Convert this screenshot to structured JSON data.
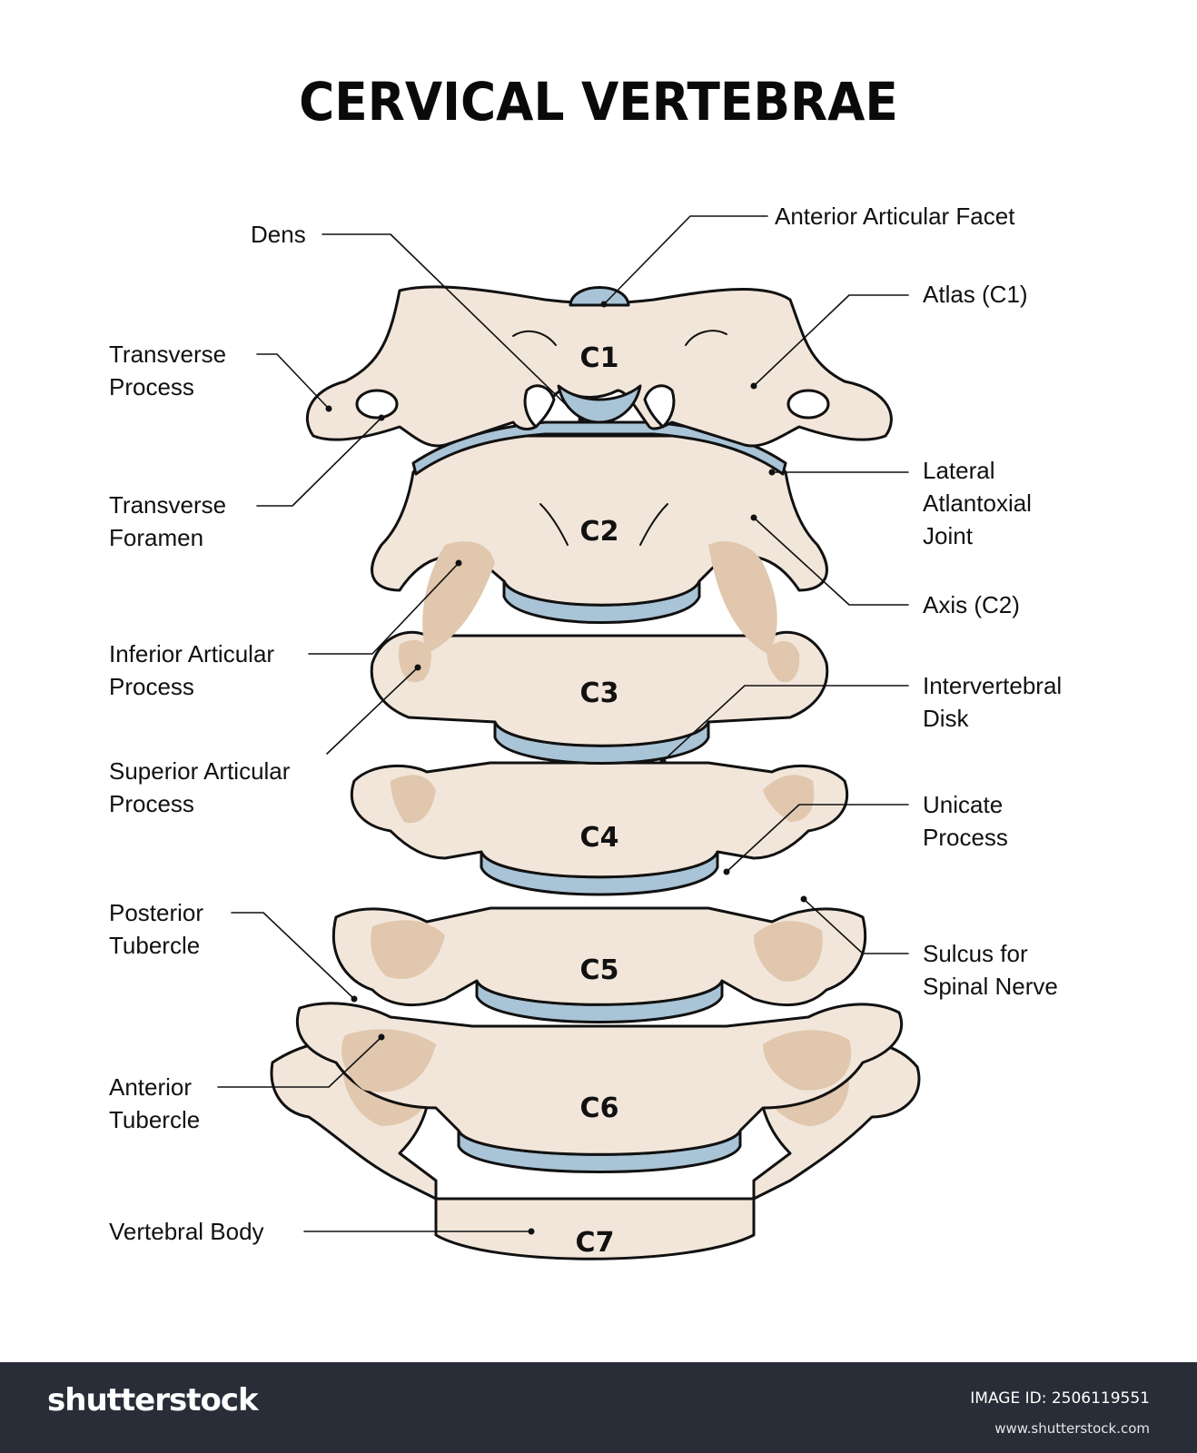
{
  "title": "CERVICAL VERTEBRAE",
  "colors": {
    "bone": "#f2e6da",
    "bone_shadow": "#e0c7ad",
    "disc": "#a9c4d6",
    "disc_light": "#c9dbe7",
    "outline": "#111111",
    "footer_bg": "#282d37"
  },
  "vertebrae": [
    "C1",
    "C2",
    "C3",
    "C4",
    "C5",
    "C6",
    "C7"
  ],
  "labels_left": [
    {
      "id": "dens",
      "text": "Dens"
    },
    {
      "id": "transverse-process",
      "text": "Transverse\nProcess"
    },
    {
      "id": "transverse-foramen",
      "text": "Transverse\nForamen"
    },
    {
      "id": "inferior-articular-process",
      "text": "Inferior Articular\nProcess"
    },
    {
      "id": "superior-articular-process",
      "text": "Superior Articular\nProcess"
    },
    {
      "id": "posterior-tubercle",
      "text": "Posterior\nTubercle"
    },
    {
      "id": "anterior-tubercle",
      "text": "Anterior\nTubercle"
    },
    {
      "id": "vertebral-body",
      "text": "Vertebral Body"
    }
  ],
  "labels_right": [
    {
      "id": "anterior-articular-facet",
      "text": "Anterior Articular Facet"
    },
    {
      "id": "atlas",
      "text": "Atlas (C1)"
    },
    {
      "id": "lateral-atlantoaxial-joint",
      "text": "Lateral\nAtlantoxial\nJoint"
    },
    {
      "id": "axis",
      "text": "Axis (C2)"
    },
    {
      "id": "intervertebral-disk",
      "text": "Intervertebral\nDisk"
    },
    {
      "id": "unicate-process",
      "text": "Unicate\nProcess"
    },
    {
      "id": "sulcus-spinal-nerve",
      "text": "Sulcus for\nSpinal Nerve"
    }
  ],
  "footer": {
    "logo": "shutterstock",
    "image_id": "IMAGE ID: 2506119551",
    "url": "www.shutterstock.com"
  }
}
